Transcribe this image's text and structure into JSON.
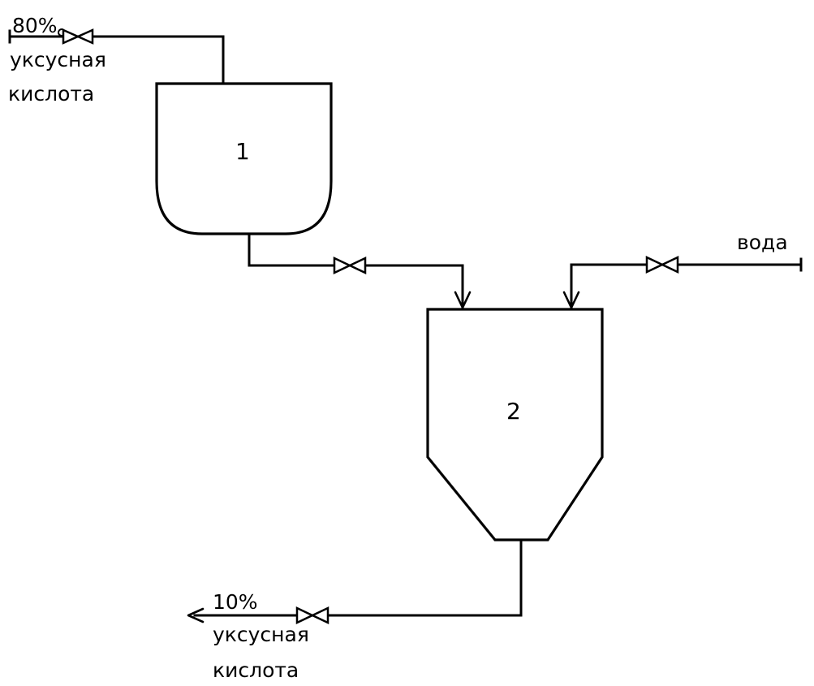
{
  "feed_top": {
    "percent": "80%",
    "line1": "уксусная",
    "line2": "кислота"
  },
  "water": {
    "label": "вода"
  },
  "vessel1": {
    "number": "1"
  },
  "vessel2": {
    "number": "2"
  },
  "product": {
    "percent": "10%",
    "line1": "уксусная",
    "line2": "кислота"
  }
}
